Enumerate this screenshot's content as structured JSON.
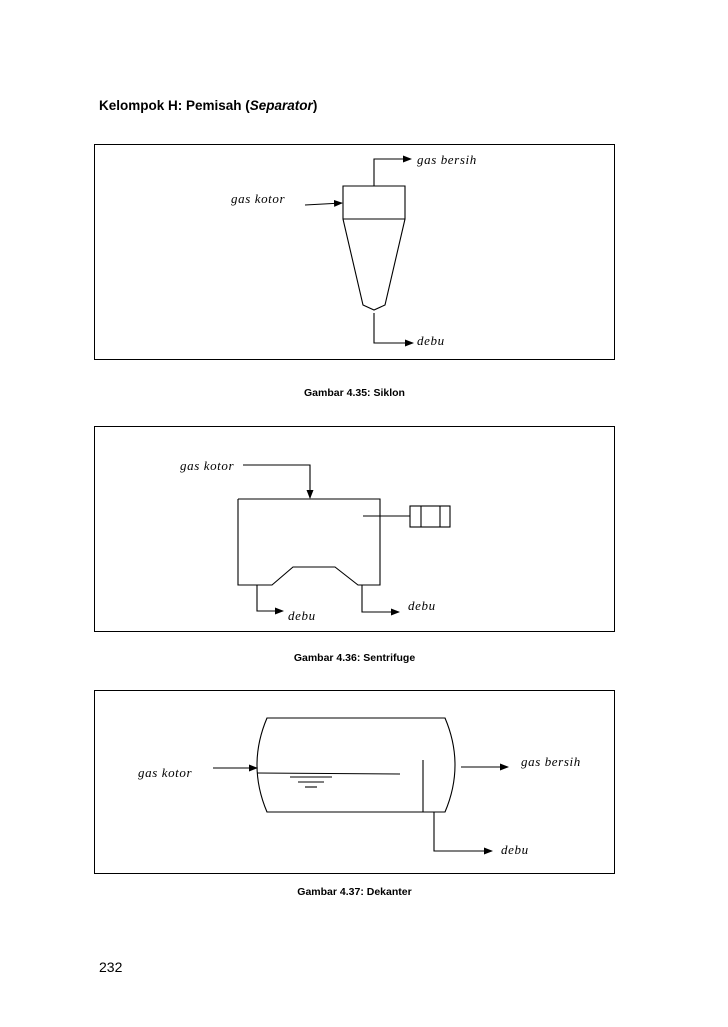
{
  "heading": {
    "prefix": "Kelompok H: Pemisah (",
    "italic": "Separator",
    "suffix": ")"
  },
  "figures": [
    {
      "caption": "Gambar 4.35: Siklon",
      "labels": {
        "gas_out": "gas bersih",
        "gas_in": "gas kotor",
        "dust": "debu"
      }
    },
    {
      "caption": "Gambar 4.36: Sentrifuge",
      "labels": {
        "gas_in": "gas kotor",
        "dust_left": "debu",
        "dust_right": "debu"
      }
    },
    {
      "caption": "Gambar 4.37: Dekanter",
      "labels": {
        "gas_in": "gas kotor",
        "gas_out": "gas bersih",
        "dust": "debu"
      }
    }
  ],
  "page_number": "232"
}
